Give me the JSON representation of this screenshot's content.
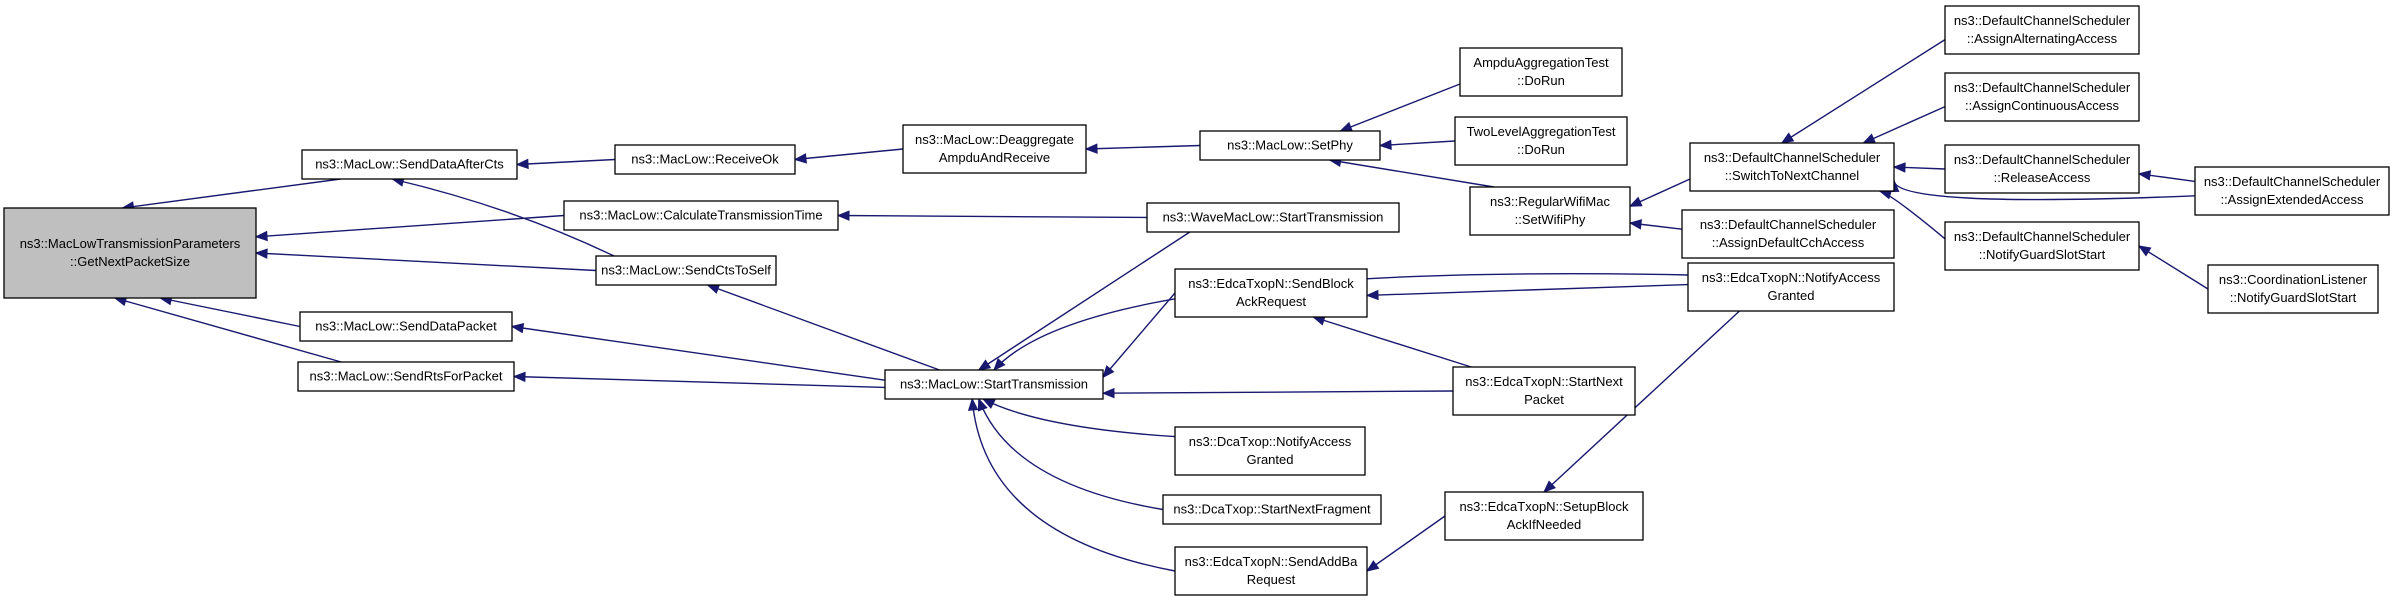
{
  "title": "ns3::MacLowTransmissionParameters::GetNextPacketSize caller graph",
  "colors": {
    "edge": "#191970",
    "root_fill": "#bfbfbf",
    "node_fill": "#ffffff",
    "border": "#000000"
  },
  "nodes": [
    {
      "id": "root",
      "lines": [
        "ns3::MacLowTransmissionParameters",
        "::GetNextPacketSize"
      ],
      "root": true
    },
    {
      "id": "sendDataAfterCts",
      "lines": [
        "ns3::MacLow::SendDataAfterCts"
      ]
    },
    {
      "id": "calcTxTime",
      "lines": [
        "ns3::MacLow::CalculateTransmissionTime"
      ]
    },
    {
      "id": "sendCtsToSelf",
      "lines": [
        "ns3::MacLow::SendCtsToSelf"
      ]
    },
    {
      "id": "sendDataPacket",
      "lines": [
        "ns3::MacLow::SendDataPacket"
      ]
    },
    {
      "id": "sendRtsForPacket",
      "lines": [
        "ns3::MacLow::SendRtsForPacket"
      ]
    },
    {
      "id": "receiveOk",
      "lines": [
        "ns3::MacLow::ReceiveOk"
      ]
    },
    {
      "id": "deaggregate",
      "lines": [
        "ns3::MacLow::Deaggregate",
        "AmpduAndReceive"
      ]
    },
    {
      "id": "setPhy",
      "lines": [
        "ns3::MacLow::SetPhy"
      ]
    },
    {
      "id": "startTransmission",
      "lines": [
        "ns3::MacLow::StartTransmission"
      ]
    },
    {
      "id": "waveStartTx",
      "lines": [
        "ns3::WaveMacLow::StartTransmission"
      ]
    },
    {
      "id": "ampduTest",
      "lines": [
        "AmpduAggregationTest",
        "::DoRun"
      ]
    },
    {
      "id": "twoLevelTest",
      "lines": [
        "TwoLevelAggregationTest",
        "::DoRun"
      ]
    },
    {
      "id": "regularWifiMac",
      "lines": [
        "ns3::RegularWifiMac",
        "::SetWifiPhy"
      ]
    },
    {
      "id": "sendBlockAck",
      "lines": [
        "ns3::EdcaTxopN::SendBlock",
        "AckRequest"
      ]
    },
    {
      "id": "dcaNotify",
      "lines": [
        "ns3::DcaTxop::NotifyAccess",
        "Granted"
      ]
    },
    {
      "id": "dcaStartNextFrag",
      "lines": [
        "ns3::DcaTxop::StartNextFragment"
      ]
    },
    {
      "id": "sendAddBa",
      "lines": [
        "ns3::EdcaTxopN::SendAddBa",
        "Request"
      ]
    },
    {
      "id": "edcaStartNext",
      "lines": [
        "ns3::EdcaTxopN::StartNext",
        "Packet"
      ]
    },
    {
      "id": "setupBlockAck",
      "lines": [
        "ns3::EdcaTxopN::SetupBlock",
        "AckIfNeeded"
      ]
    },
    {
      "id": "edcaNotify",
      "lines": [
        "ns3::EdcaTxopN::NotifyAccess",
        "Granted"
      ]
    },
    {
      "id": "switchToNext",
      "lines": [
        "ns3::DefaultChannelScheduler",
        "::SwitchToNextChannel"
      ]
    },
    {
      "id": "assignDefaultCch",
      "lines": [
        "ns3::DefaultChannelScheduler",
        "::AssignDefaultCchAccess"
      ]
    },
    {
      "id": "assignAlternating",
      "lines": [
        "ns3::DefaultChannelScheduler",
        "::AssignAlternatingAccess"
      ]
    },
    {
      "id": "assignContinuous",
      "lines": [
        "ns3::DefaultChannelScheduler",
        "::AssignContinuousAccess"
      ]
    },
    {
      "id": "releaseAccess",
      "lines": [
        "ns3::DefaultChannelScheduler",
        "::ReleaseAccess"
      ]
    },
    {
      "id": "notifyGuardSlot",
      "lines": [
        "ns3::DefaultChannelScheduler",
        "::NotifyGuardSlotStart"
      ]
    },
    {
      "id": "assignExtended",
      "lines": [
        "ns3::DefaultChannelScheduler",
        "::AssignExtendedAccess"
      ]
    },
    {
      "id": "coordListener",
      "lines": [
        "ns3::CoordinationListener",
        "::NotifyGuardSlotStart"
      ]
    }
  ],
  "edges": [
    {
      "from": "sendDataAfterCts",
      "to": "root"
    },
    {
      "from": "calcTxTime",
      "to": "root"
    },
    {
      "from": "sendCtsToSelf",
      "to": "root"
    },
    {
      "from": "sendDataPacket",
      "to": "root"
    },
    {
      "from": "sendRtsForPacket",
      "to": "root"
    },
    {
      "from": "receiveOk",
      "to": "sendDataAfterCts"
    },
    {
      "from": "sendCtsToSelf",
      "to": "sendDataAfterCts"
    },
    {
      "from": "deaggregate",
      "to": "receiveOk"
    },
    {
      "from": "setPhy",
      "to": "deaggregate"
    },
    {
      "from": "waveStartTx",
      "to": "calcTxTime"
    },
    {
      "from": "startTransmission",
      "to": "sendCtsToSelf"
    },
    {
      "from": "startTransmission",
      "to": "sendDataPacket"
    },
    {
      "from": "startTransmission",
      "to": "sendRtsForPacket"
    },
    {
      "from": "ampduTest",
      "to": "setPhy"
    },
    {
      "from": "twoLevelTest",
      "to": "setPhy"
    },
    {
      "from": "regularWifiMac",
      "to": "setPhy"
    },
    {
      "from": "waveStartTx",
      "to": "startTransmission"
    },
    {
      "from": "edcaNotify",
      "to": "startTransmission"
    },
    {
      "from": "sendBlockAck",
      "to": "startTransmission"
    },
    {
      "from": "edcaStartNext",
      "to": "startTransmission"
    },
    {
      "from": "dcaNotify",
      "to": "startTransmission"
    },
    {
      "from": "dcaStartNextFrag",
      "to": "startTransmission"
    },
    {
      "from": "sendAddBa",
      "to": "startTransmission"
    },
    {
      "from": "edcaNotify",
      "to": "sendBlockAck"
    },
    {
      "from": "edcaStartNext",
      "to": "sendBlockAck"
    },
    {
      "from": "setupBlockAck",
      "to": "sendAddBa"
    },
    {
      "from": "edcaNotify",
      "to": "setupBlockAck"
    },
    {
      "from": "switchToNext",
      "to": "regularWifiMac"
    },
    {
      "from": "assignDefaultCch",
      "to": "regularWifiMac"
    },
    {
      "from": "assignAlternating",
      "to": "switchToNext"
    },
    {
      "from": "assignContinuous",
      "to": "switchToNext"
    },
    {
      "from": "releaseAccess",
      "to": "switchToNext"
    },
    {
      "from": "notifyGuardSlot",
      "to": "switchToNext"
    },
    {
      "from": "assignExtended",
      "to": "switchToNext"
    },
    {
      "from": "assignExtended",
      "to": "releaseAccess"
    },
    {
      "from": "coordListener",
      "to": "notifyGuardSlot"
    }
  ]
}
